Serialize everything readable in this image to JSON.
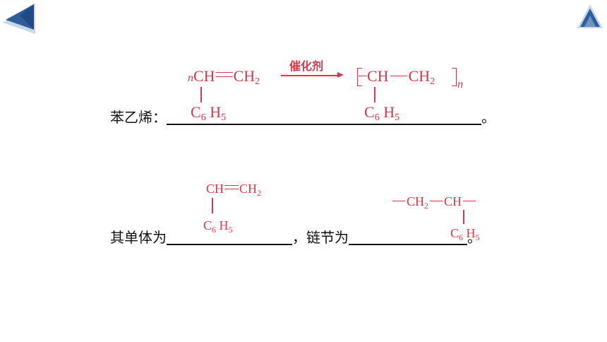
{
  "nav": {
    "back_icon": "triangle-left-icon",
    "home_icon": "triangle-mountain-icon",
    "color_primary": "#2f5d9a",
    "color_light": "#c9d7ea"
  },
  "reaction": {
    "n_prefix": "n",
    "monomer_main": "CH",
    "monomer_end": "CH",
    "sub_2": "2",
    "substituent_c": "C",
    "sub_6": "6",
    "substituent_h": "H",
    "sub_5": "5",
    "catalyst": "催化剂",
    "polymer_ch": "CH",
    "polymer_ch2": "CH",
    "n_suffix": "n"
  },
  "question1": {
    "label": "苯乙烯：",
    "end_mark": "。"
  },
  "monomer_structure": {
    "ch": "CH",
    "ch2": "CH",
    "sub_2": "2",
    "c": "C",
    "sub_6": "6",
    "h": "H",
    "sub_5": "5"
  },
  "repeat_unit": {
    "ch2": "CH",
    "sub_2": "2",
    "ch": "CH",
    "c": "C",
    "sub_6": "6",
    "h": "H",
    "sub_5": "5"
  },
  "question2": {
    "label_monomer": "其单体为",
    "label_repeat": "，链节为",
    "end_mark": "。"
  },
  "colors": {
    "chem_red": "#d8384a",
    "text": "#111111"
  }
}
